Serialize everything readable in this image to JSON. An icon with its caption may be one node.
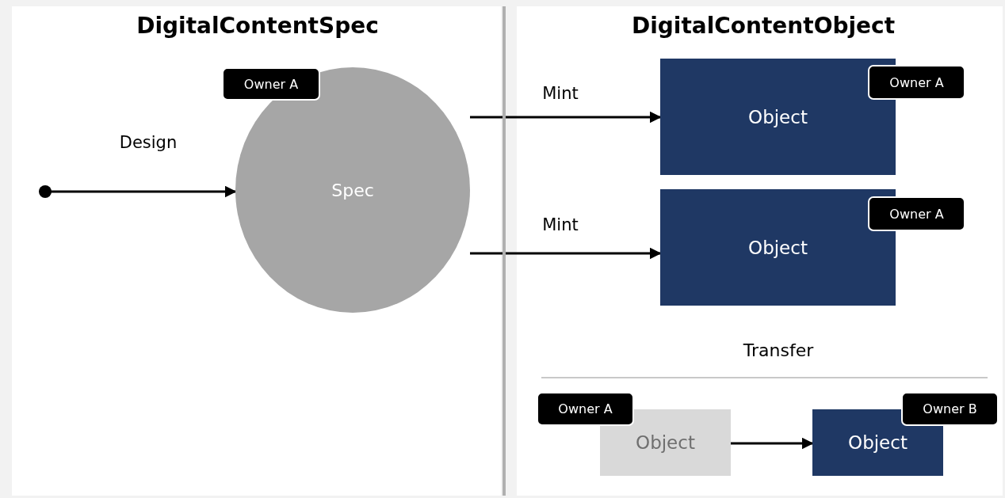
{
  "diagram": {
    "nodes": [
      {
        "text": [],
        "shape": "circle"
      },
      {
        "text": [
          "Spec"
        ]
      },
      {
        "text": [
          "Owner A"
        ]
      },
      {
        "text": [
          "Object"
        ]
      },
      {
        "text": [
          "Owner A"
        ]
      },
      {
        "text": [
          "Object"
        ]
      },
      {
        "text": [
          "Owner A"
        ]
      },
      {
        "text": [
          "Object"
        ]
      },
      {
        "text": [
          "Owner A"
        ]
      },
      {
        "text": [
          "Object"
        ]
      },
      {
        "text": [
          "Owner B"
        ]
      }
    ],
    "edges": [
      {
        "from": 0,
        "to": 1,
        "arrow": "to",
        "label": "Design"
      },
      {
        "from": 1,
        "to": 3,
        "arrow": "to",
        "label": "Mint"
      },
      {
        "from": 1,
        "to": 5,
        "arrow": "to",
        "label": "Mint"
      },
      {
        "from": 7,
        "to": 9,
        "arrow": "to"
      }
    ],
    "labels": [
      "DigitalContentSpec",
      "DigitalContentObject",
      "Transfer"
    ]
  }
}
